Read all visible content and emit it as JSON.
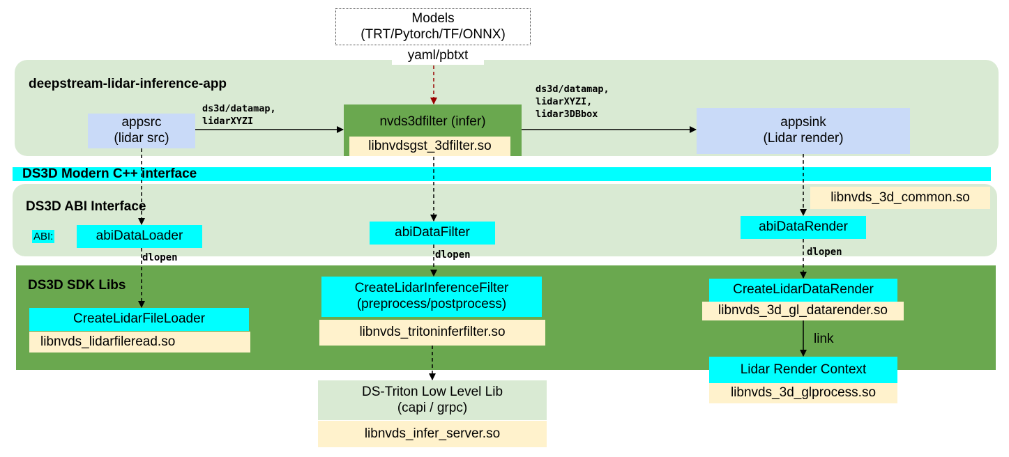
{
  "models": {
    "title": "Models",
    "subtitle": "(TRT/Pytorch/TF/ONNX)",
    "format_label": "yaml/pbtxt"
  },
  "app": {
    "title": "deepstream-lidar-inference-app",
    "appsrc": {
      "line1": "appsrc",
      "line2": "(lidar src)"
    },
    "edge_src_to_filter": [
      "ds3d/datamap,",
      "lidarXYZI"
    ],
    "filter": {
      "label": "nvds3dfilter (infer)",
      "lib": "libnvdsgst_3dfilter.so"
    },
    "edge_filter_to_sink": [
      "ds3d/datamap,",
      "lidarXYZI,",
      "lidar3DBbox"
    ],
    "appsink": {
      "line1": "appsink",
      "line2": "(Lidar render)"
    }
  },
  "cpp_interface": {
    "title": "DS3D Modern C++ interface"
  },
  "abi": {
    "title": "DS3D ABI  Interface",
    "prefix": "ABI:",
    "loader": "abiDataLoader",
    "filter": "abiDataFilter",
    "render": "abiDataRender",
    "common_lib": "libnvds_3d_common.so"
  },
  "sdk": {
    "title": "DS3D SDK Libs",
    "file_loader": {
      "label": "CreateLidarFileLoader",
      "lib": "libnvds_lidarfileread.so"
    },
    "inference_filter": {
      "line1": "CreateLidarInferenceFilter",
      "line2": "(preprocess/postprocess)",
      "lib": "libnvds_tritoninferfilter.so"
    },
    "data_render": {
      "label": "CreateLidarDataRender",
      "lib": "libnvds_3d_gl_datarender.so"
    },
    "render_context": {
      "label": "Lidar Render Context",
      "lib": "libnvds_3d_glprocess.so"
    },
    "dlopen_label": "dlopen",
    "link_label": "link"
  },
  "triton": {
    "line1": "DS-Triton Low Level Lib",
    "line2": "(capi / grpc)",
    "lib": "libnvds_infer_server.so"
  },
  "colors": {
    "app_region": "#d9ead3",
    "sdk_region": "#6aa84f",
    "cyan": "#00ffff",
    "blue_box": "#c9daf8",
    "lib_box": "#fff2cc",
    "model_arrow": "#990000"
  },
  "connections": [
    {
      "from": "appsrc",
      "to": "nvds3dfilter",
      "style": "solid"
    },
    {
      "from": "nvds3dfilter",
      "to": "appsink",
      "style": "solid"
    },
    {
      "from": "Models",
      "to": "nvds3dfilter",
      "style": "dashed"
    },
    {
      "from": "appsrc",
      "to": "abiDataLoader",
      "style": "dashed"
    },
    {
      "from": "nvds3dfilter",
      "to": "abiDataFilter",
      "style": "dashed"
    },
    {
      "from": "appsink",
      "to": "abiDataRender",
      "style": "dashed"
    },
    {
      "from": "abiDataLoader",
      "to": "CreateLidarFileLoader",
      "style": "dashed",
      "label": "dlopen"
    },
    {
      "from": "abiDataFilter",
      "to": "CreateLidarInferenceFilter",
      "style": "dashed",
      "label": "dlopen"
    },
    {
      "from": "abiDataRender",
      "to": "CreateLidarDataRender",
      "style": "dashed",
      "label": "dlopen"
    },
    {
      "from": "CreateLidarInferenceFilter",
      "to": "DS-Triton Low Level Lib",
      "style": "dashed"
    },
    {
      "from": "CreateLidarDataRender",
      "to": "Lidar Render Context",
      "style": "solid",
      "label": "link"
    }
  ]
}
